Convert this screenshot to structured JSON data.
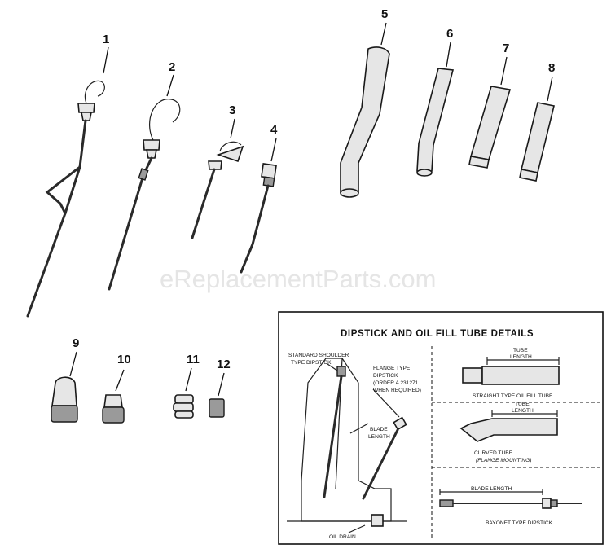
{
  "watermark": "eReplacementParts.com",
  "callouts": [
    "1",
    "2",
    "3",
    "4",
    "5",
    "6",
    "7",
    "8",
    "9",
    "10",
    "11",
    "12"
  ],
  "detail_box": {
    "title": "DIPSTICK AND OIL FILL TUBE DETAILS",
    "labels": {
      "standard_shoulder_1": "STANDARD SHOULDER",
      "standard_shoulder_2": "TYPE DIPSTICK",
      "flange_1": "FLANGE TYPE",
      "flange_2": "DIPSTICK",
      "flange_3": "(ORDER A 231271",
      "flange_4": "WHEN REQUIRED)",
      "blade_length_1": "BLADE",
      "blade_length_2": "LENGTH",
      "oil_drain": "OIL DRAIN",
      "tube_length_1": "TUBE",
      "tube_length_2": "LENGTH",
      "straight_tube": "STRAIGHT TYPE OIL FILL TUBE",
      "tube_length_b1": "TUBE",
      "tube_length_b2": "LENGTH",
      "curved_tube": "CURVED TUBE",
      "flange_mounting": "(FLANGE MOUNTING)",
      "blade_length_bayonet": "BLADE LENGTH",
      "bayonet": "BAYONET TYPE DIPSTICK"
    }
  }
}
